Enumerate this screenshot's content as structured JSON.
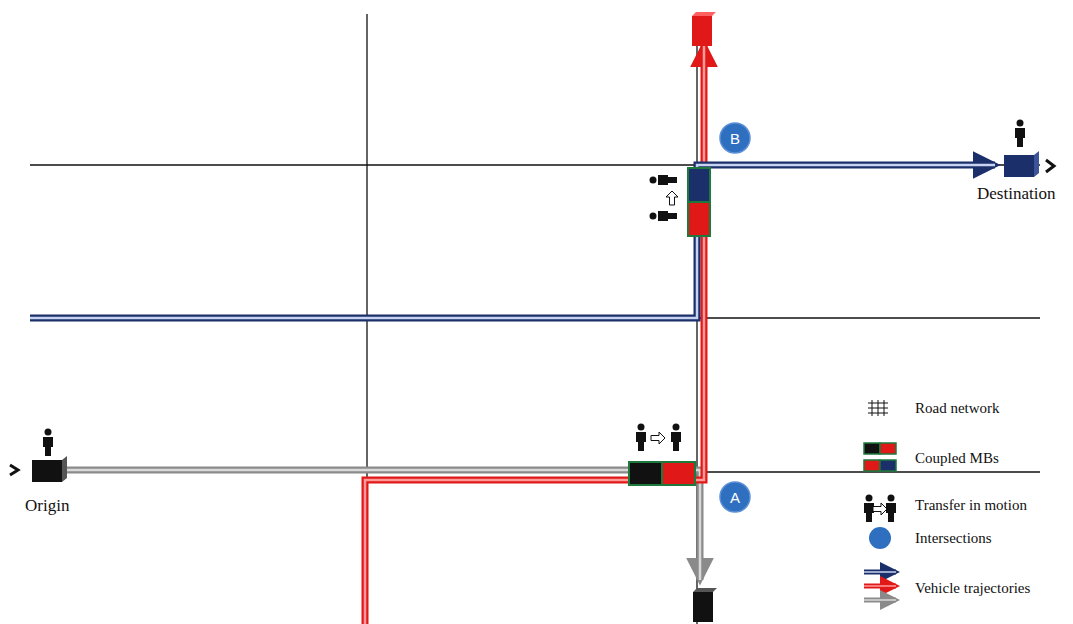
{
  "diagram": {
    "nodes": [
      {
        "text": [
          "A"
        ]
      },
      {
        "text": [
          "B"
        ]
      }
    ],
    "labels": [
      "Origin",
      "Destination"
    ],
    "legend": [
      {
        "text": "Road network"
      },
      {
        "text": "Coupled MBs"
      },
      {
        "text": "Transfer in motion"
      },
      {
        "text": "Intersections",
        "color": "#2f6fc0"
      },
      {
        "text": "Vehicle trajectories"
      }
    ]
  }
}
